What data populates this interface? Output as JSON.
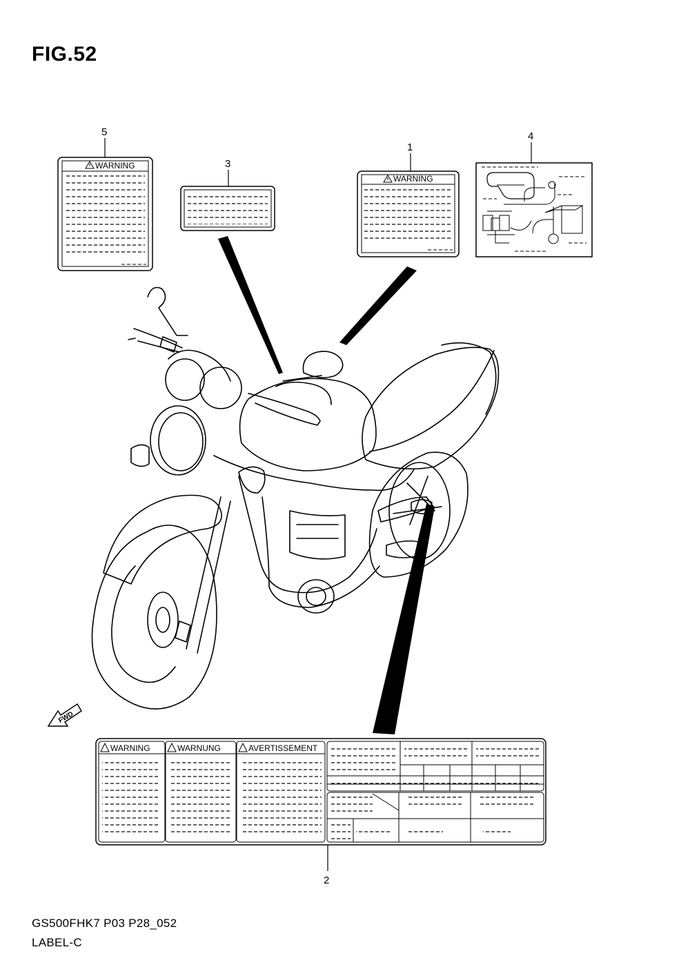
{
  "figure_title": "FIG.52",
  "callouts": {
    "c1": "1",
    "c2": "2",
    "c3": "3",
    "c4": "4",
    "c5": "5"
  },
  "labels": {
    "warning": "WARNING",
    "warnung": "WARNUNG",
    "avertissement": "AVERTISSEMENT"
  },
  "direction_mark": "FWD",
  "footer": {
    "code": "GS500FHK7 P03 P28_052",
    "label": "LABEL-C"
  }
}
